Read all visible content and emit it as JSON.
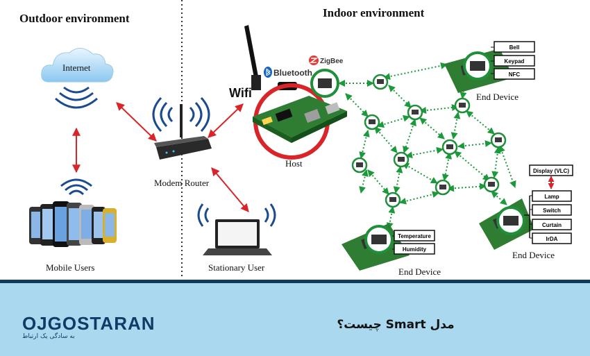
{
  "diagram": {
    "outdoor_title": "Outdoor environment",
    "indoor_title": "Indoor environment",
    "internet_label": "Internet",
    "modem_label": "Modem Router",
    "mobile_label": "Mobile Users",
    "stationary_label": "Stationary User",
    "host_label": "Host",
    "wifi_label": "Wifi",
    "bluetooth_label": "Bluetooth",
    "zigbee_label": "ZigBee",
    "end_device_top": {
      "label": "End Device",
      "functions": [
        "Bell",
        "Keypad",
        "NFC"
      ]
    },
    "end_device_bottom": {
      "label": "End Device",
      "functions": [
        "Temperature",
        "Humidity"
      ]
    },
    "end_device_right": {
      "label": "End Device",
      "display": "Display (VLC)",
      "functions": [
        "Lamp",
        "Switch",
        "Curtain",
        "IrDA"
      ]
    },
    "colors": {
      "link_red": "#d9252a",
      "mesh_green": "#1a9a3a",
      "node_ring": "#1f8f3a",
      "host_ring": "#d9252a",
      "signal_blue": "#1b4b8f",
      "banner_bg": "#a9d8ef",
      "banner_border": "#0f3a5c"
    }
  },
  "footer": {
    "logo_text": "OJGOSTARAN",
    "logo_tagline": "به سادگی یک ارتباط",
    "title": "مدل Smart چیست؟"
  }
}
